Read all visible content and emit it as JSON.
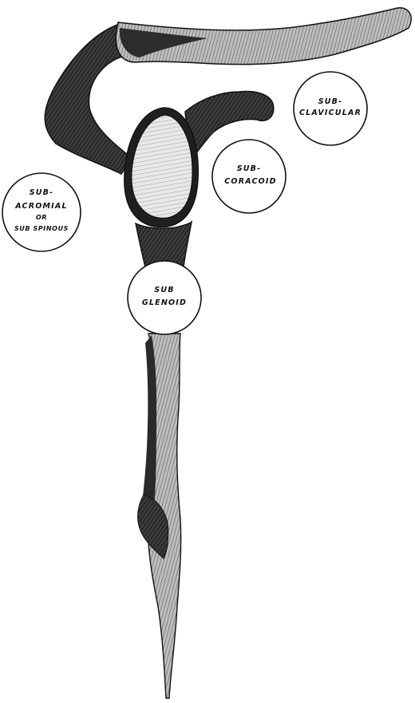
{
  "figure": {
    "labels": {
      "sub_clavicular": [
        "SUB-",
        "CLAVICULAR"
      ],
      "sub_coracoid": [
        "SUB-",
        "CORACOID"
      ],
      "sub_acromial": [
        "SUB-",
        "ACROMIAL",
        "OR",
        "SUB SPINOUS"
      ],
      "sub_glenoid": [
        "SUB",
        "GLENOID"
      ]
    }
  }
}
